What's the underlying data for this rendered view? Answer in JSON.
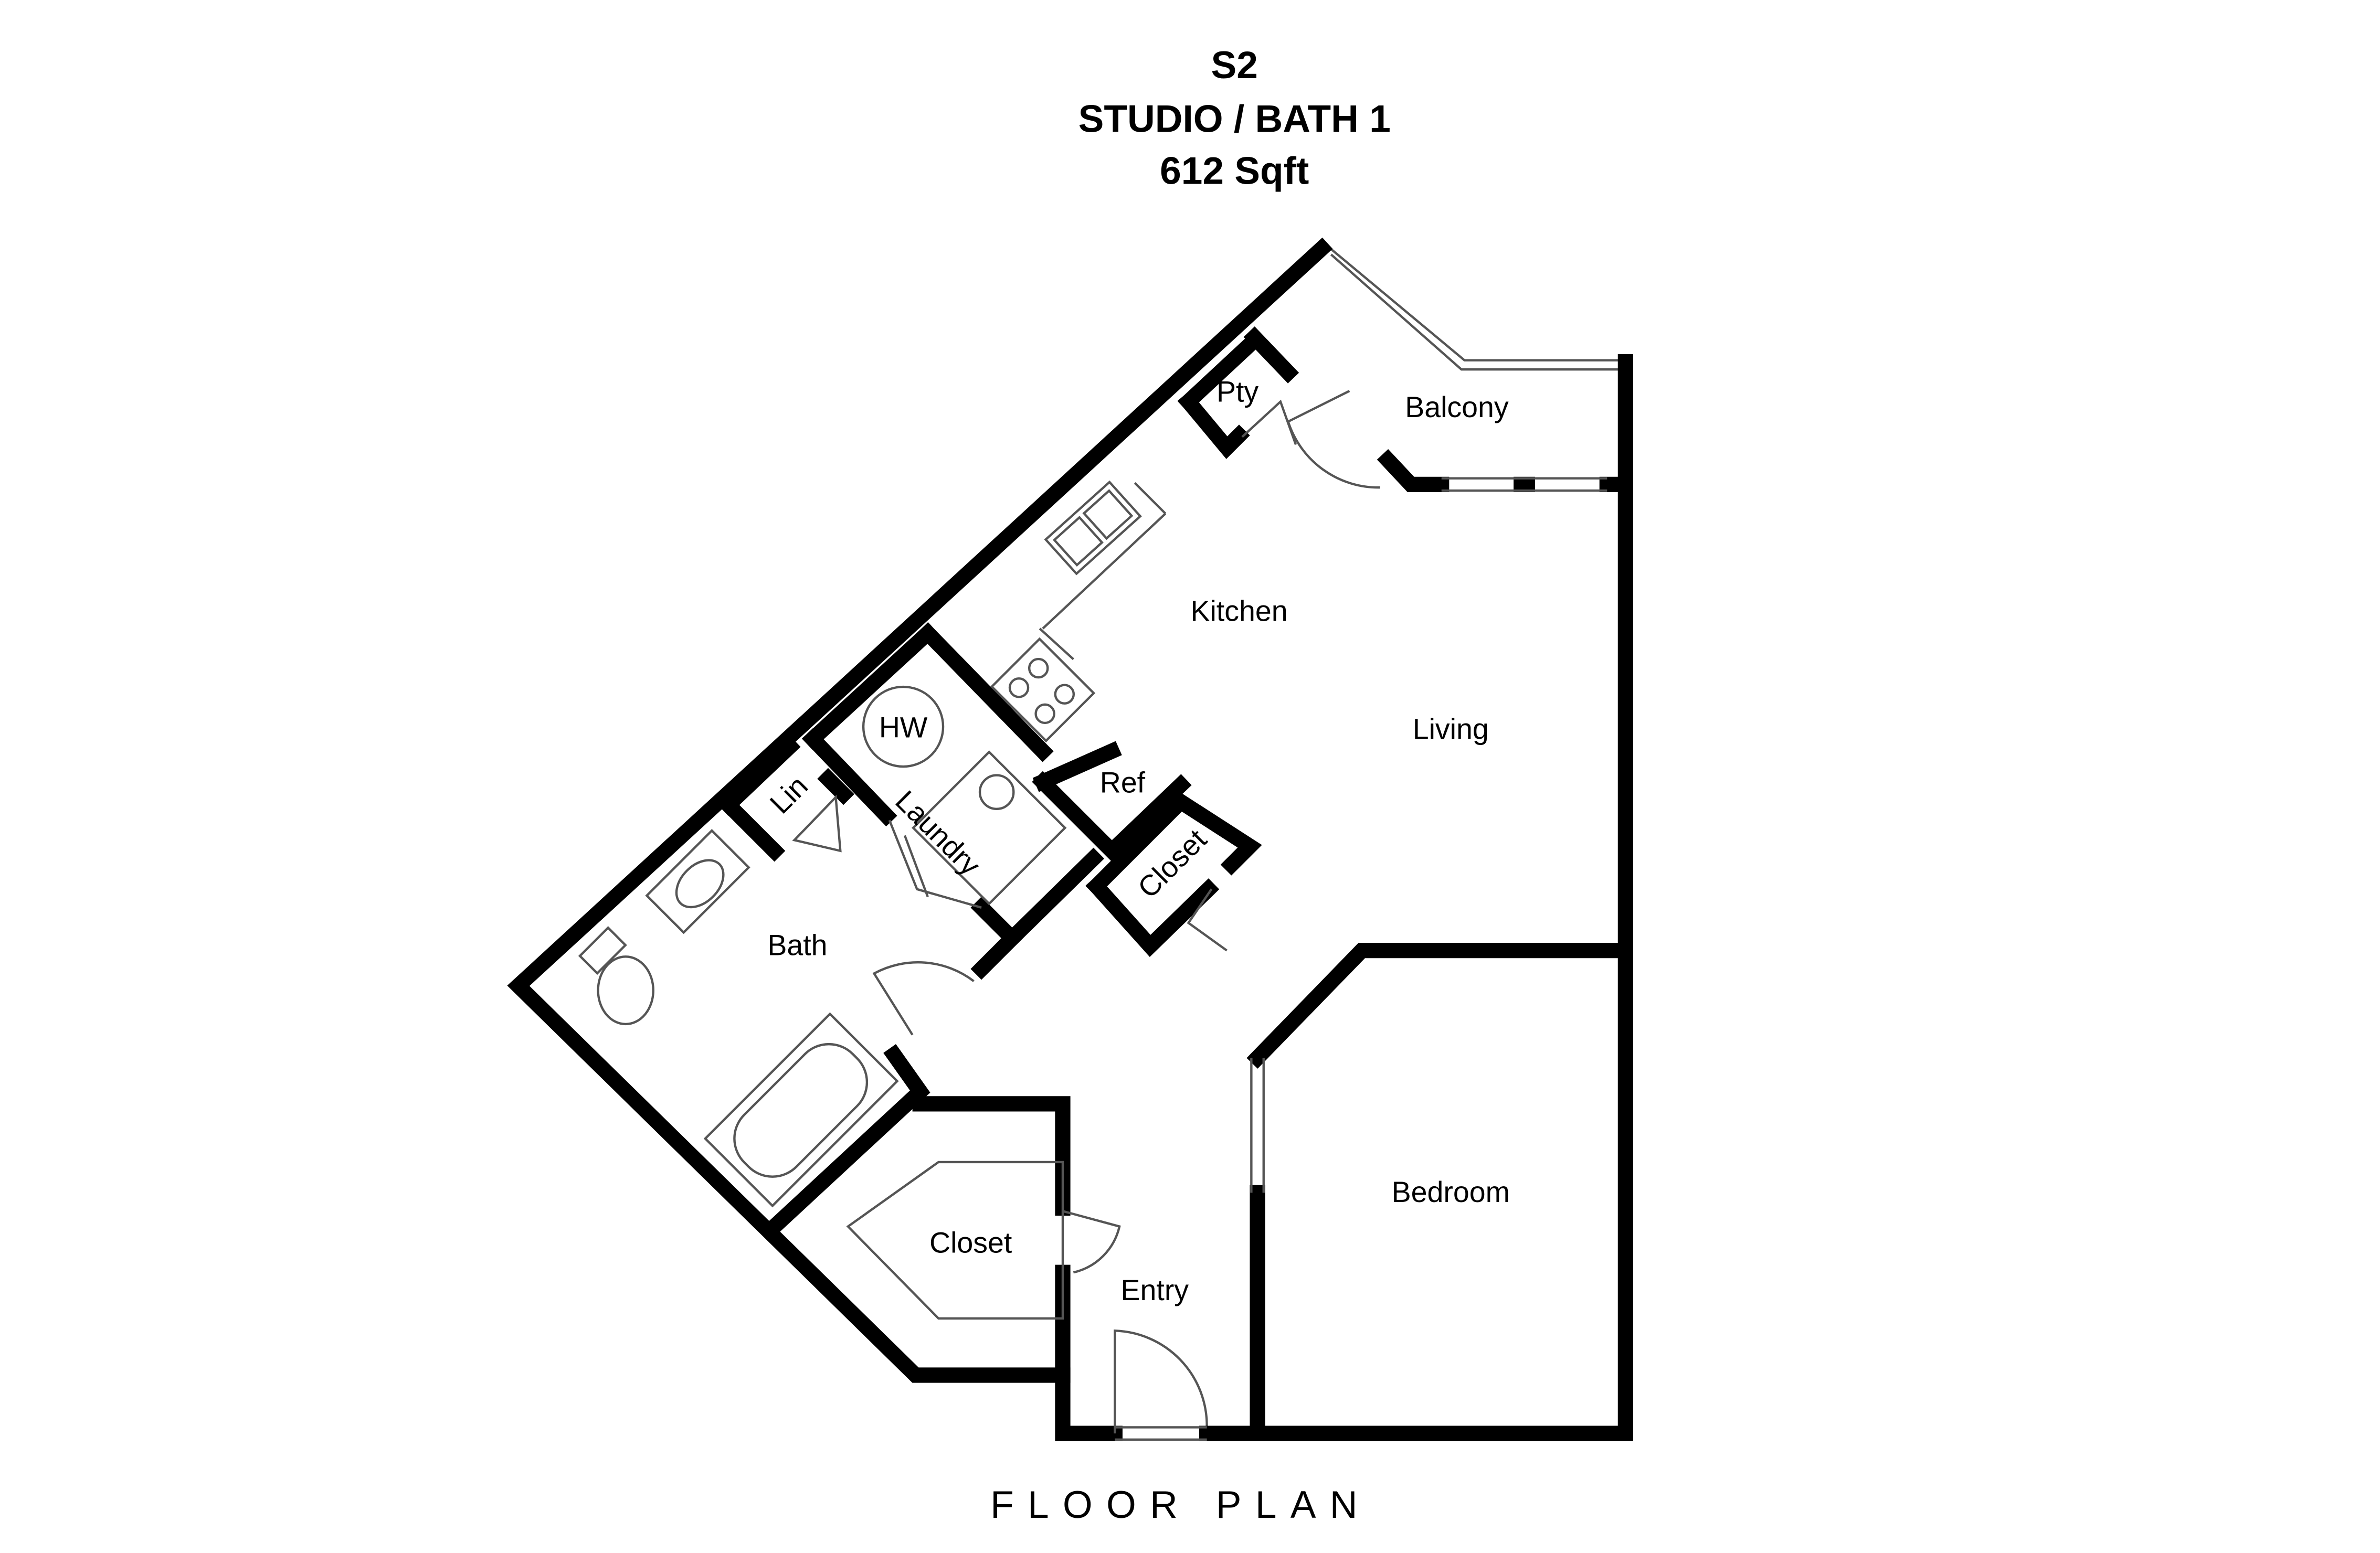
{
  "header": {
    "unit": "S2",
    "type": "STUDIO / BATH 1",
    "area": "612 Sqft"
  },
  "rooms": {
    "balcony": "Balcony",
    "pantry": "Pty",
    "kitchen": "Kitchen",
    "living": "Living",
    "water_heater": "HW",
    "linen": "Lin",
    "laundry": "Laundry",
    "refrigerator": "Ref",
    "closet_small": "Closet",
    "bath": "Bath",
    "closet_large": "Closet",
    "entry": "Entry",
    "bedroom": "Bedroom"
  },
  "footer": {
    "label": "FLOOR PLAN"
  }
}
